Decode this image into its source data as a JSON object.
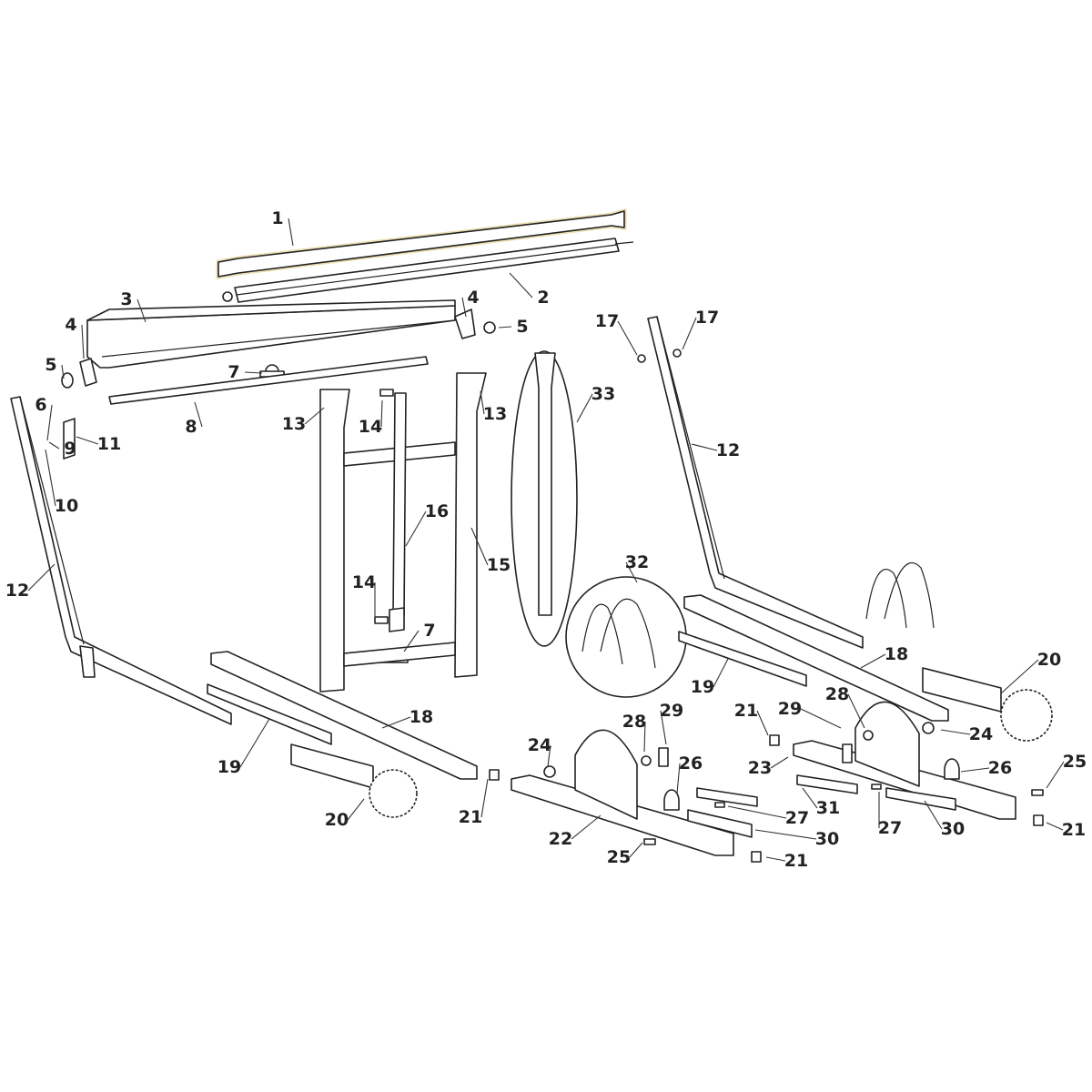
{
  "diagram": {
    "highlight_color": "#e8d6a0",
    "highlighted_part": "1",
    "callouts": [
      "1",
      "2",
      "3",
      "4",
      "5",
      "4",
      "5",
      "7",
      "8",
      "6",
      "11",
      "9",
      "10",
      "13",
      "14",
      "13",
      "16",
      "15",
      "14",
      "7",
      "12",
      "33",
      "32",
      "17",
      "17",
      "12",
      "18",
      "20",
      "19",
      "18",
      "19",
      "20",
      "21",
      "28",
      "29",
      "21",
      "29",
      "28",
      "24",
      "26",
      "23",
      "24",
      "26",
      "25",
      "27",
      "31",
      "27",
      "30",
      "30",
      "22",
      "25",
      "21",
      "21"
    ]
  }
}
